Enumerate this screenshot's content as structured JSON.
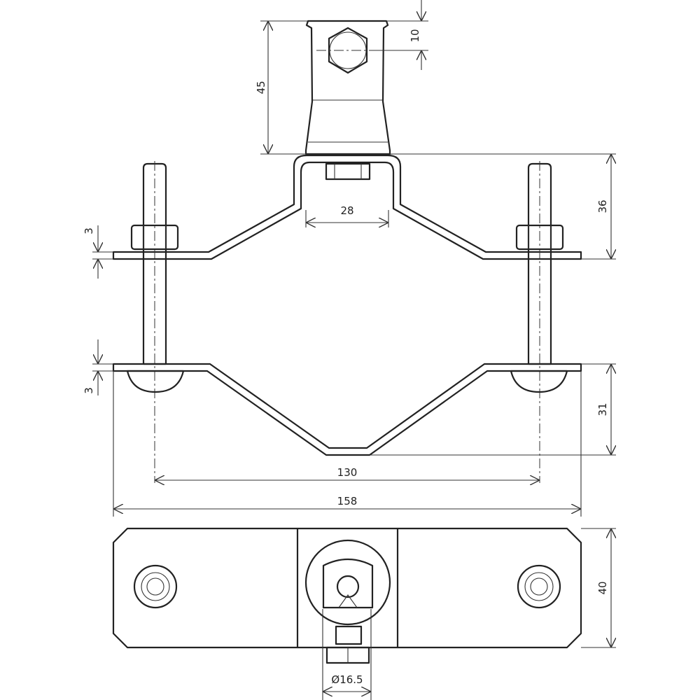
{
  "drawing": {
    "dimensions": {
      "clamp_height": "45",
      "bolt_offset": "10",
      "upper_height": "36",
      "saddle_width": "28",
      "thickness_top": "3",
      "thickness_bottom": "3",
      "lower_height": "31",
      "bolt_spacing": "130",
      "overall_length": "158",
      "plate_width": "40",
      "bore_diameter": "Ø16.5"
    },
    "line_color": "#222222"
  }
}
